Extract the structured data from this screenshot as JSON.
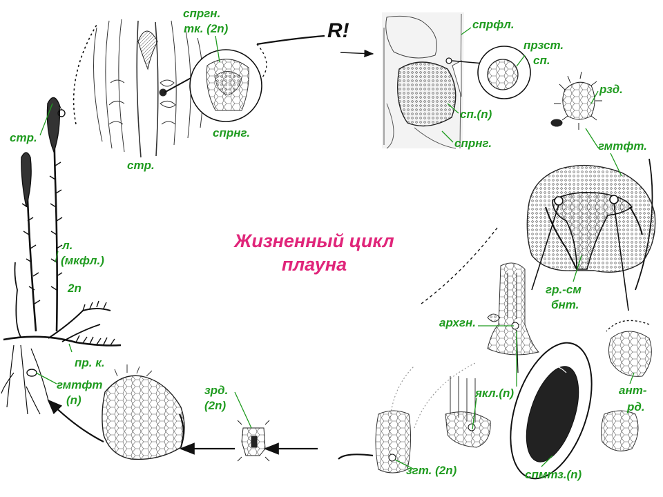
{
  "title": {
    "line1": "Жизненный цикл",
    "line2": "плауна"
  },
  "meiosis_mark": "R!",
  "labels": {
    "sporangial_tissue": "спргн.",
    "sporangial_tissue_2": "тк. (2n)",
    "sporangium_top": "спрнг.",
    "strobilus_section": "стр.",
    "strobilus_plant": "стр.",
    "sporophyll": "спрфл.",
    "mature_spore": "прзст.",
    "mature_spore_2": "сп.",
    "spore": "сп.(n)",
    "sporangium_right": "спрнг.",
    "shoot": "рзд.",
    "gametophyte_right": "гмтфт.",
    "fungus_tissue": "гр.-см",
    "fungus_tissue_2": "бнт.",
    "archegonium": "архгн.",
    "egg_cell": "якл.(n)",
    "antheridium": "ант-",
    "antheridium_2": "рд.",
    "spermatozoid": "спмтз.(n)",
    "zygote": "згт. (2n)",
    "embryo": "зрд.",
    "embryo_2": "(2n)",
    "leaf": "л.",
    "microphyll": "(мкфл.)",
    "diploid": "2n",
    "rhizome": "пр. к.",
    "gametophyte_left": "гмтфт",
    "gametophyte_left_2": "(n)"
  }
}
